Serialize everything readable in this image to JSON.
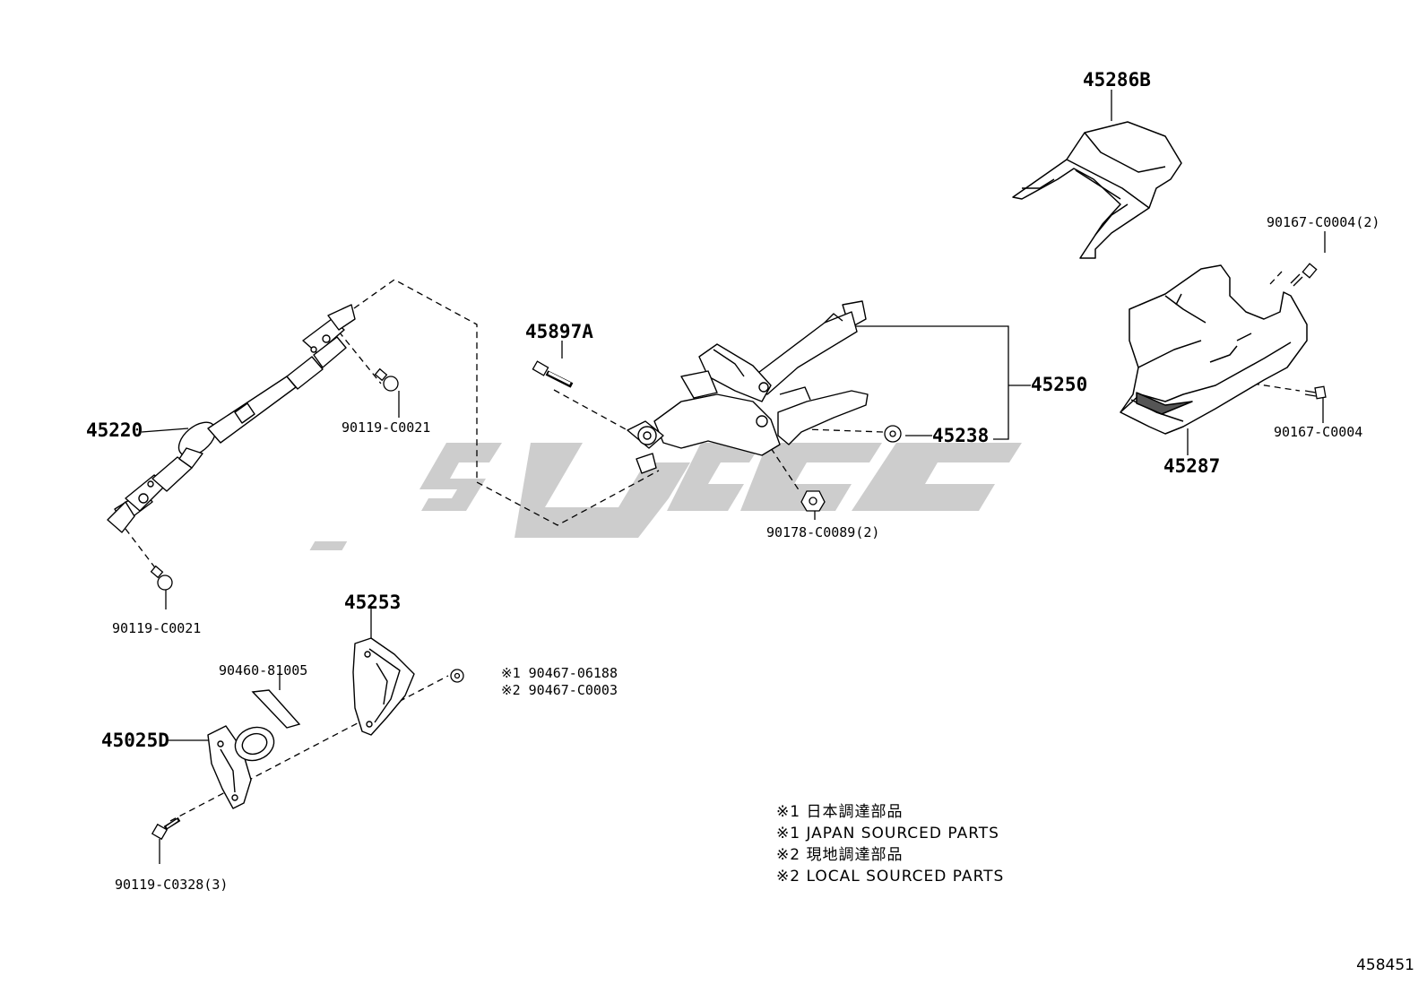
{
  "diagram": {
    "parts": {
      "p45286B": "45286B",
      "p90167_C0004_2": "90167-C0004(2)",
      "p45897A": "45897A",
      "p45250": "45250",
      "p45238": "45238",
      "p90167_C0004": "90167-C0004",
      "p45287": "45287",
      "p45220": "45220",
      "p90119_C0021_a": "90119-C0021",
      "p90178_C0089_2": "90178-C0089(2)",
      "p90119_C0021_b": "90119-C0021",
      "p45253": "45253",
      "p90460_81005": "90460-81005",
      "p90467_06188": "※1 90467-06188",
      "p90467_C0003": "※2 90467-C0003",
      "p45025D": "45025D",
      "p90119_C0328_3": "90119-C0328(3)"
    },
    "notes": [
      "※1 日本調達部品",
      "※1 JAPAN SOURCED PARTS",
      "※2 現地調達部品",
      "※2 LOCAL SOURCED PARTS"
    ],
    "figure_number": "458451",
    "colors": {
      "line": "#000000",
      "watermark": "#c8c8c8"
    }
  }
}
